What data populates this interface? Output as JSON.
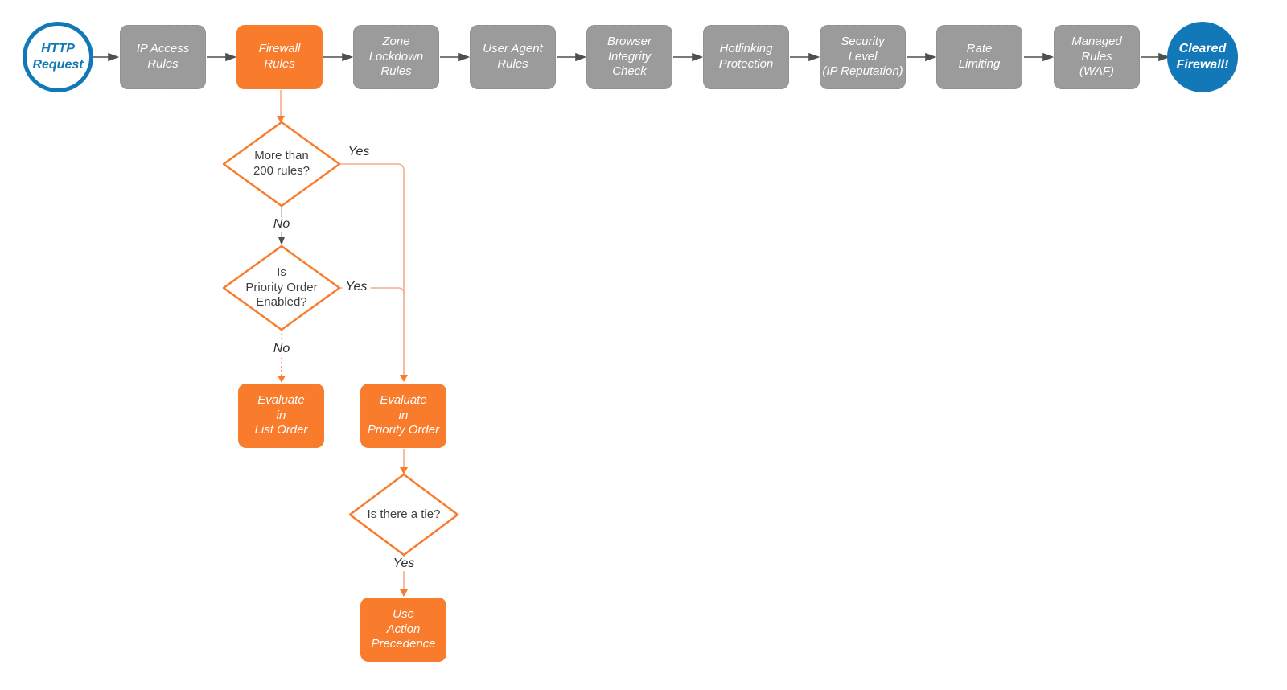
{
  "diagram": {
    "type": "flowchart",
    "colors": {
      "accent_orange": "#f97b2c",
      "stage_gray": "#9b9b9b",
      "terminator_blue": "#1278b7",
      "connector_dark": "#4f4f4f",
      "connector_salmon": "#f5ab8e"
    },
    "nodes": {
      "start": "HTTP\nRequest",
      "stages": [
        "IP Access\nRules",
        "Firewall\nRules",
        "Zone\nLockdown\nRules",
        "User Agent\nRules",
        "Browser\nIntegrity\nCheck",
        "Hotlinking\nProtection",
        "Security\nLevel\n(IP Reputation)",
        "Rate\nLimiting",
        "Managed\nRules\n(WAF)",
        "Cleared\nFirewall!"
      ],
      "decisions": [
        "More than\n200 rules?",
        "Is\nPriority Order\nEnabled?",
        "Is there a tie?"
      ],
      "processes": [
        "Evaluate\nin\nList Order",
        "Evaluate\nin\nPriority Order",
        "Use\nAction\nPrecedence"
      ]
    },
    "edge_labels": {
      "yes1": "Yes",
      "no1": "No",
      "yes2": "Yes",
      "no2": "No",
      "yes3": "Yes"
    }
  }
}
